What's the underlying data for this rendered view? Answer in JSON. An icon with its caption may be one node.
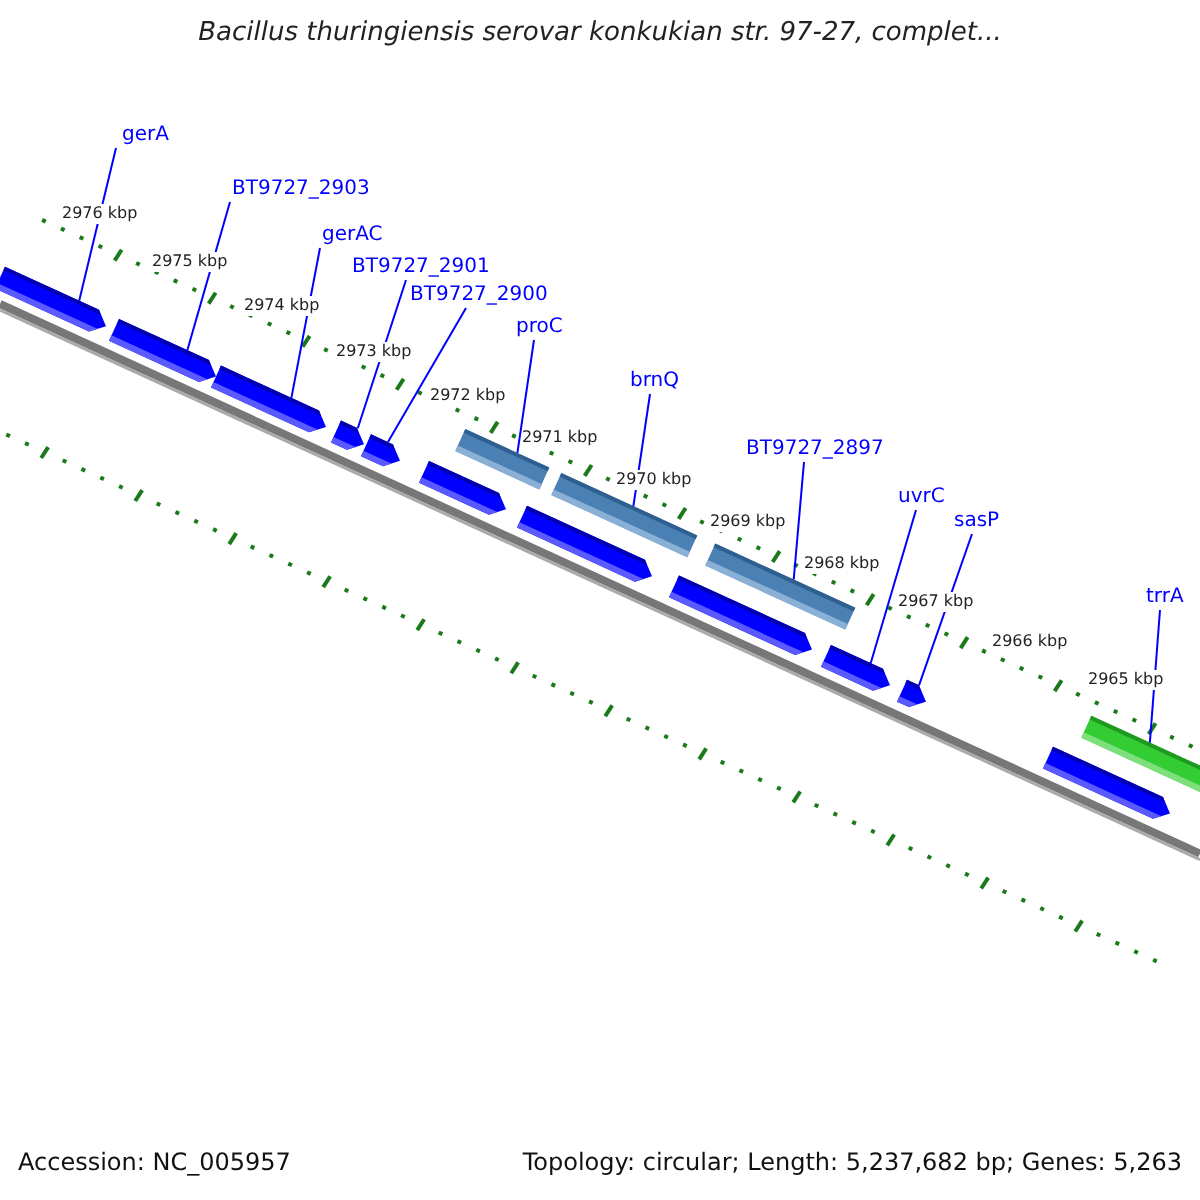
{
  "diagram": {
    "title": "Bacillus thuringiensis serovar konkukian str. 97-27, complet...",
    "nodes": [
      {
        "text": [
          "gerA"
        ]
      },
      {
        "text": [
          "BT9727_2903"
        ]
      },
      {
        "text": [
          "gerAC"
        ]
      },
      {
        "text": [
          "BT9727_2901"
        ]
      },
      {
        "text": [
          "BT9727_2900"
        ]
      },
      {
        "text": [
          "proC"
        ]
      },
      {
        "text": [
          "brnQ"
        ]
      },
      {
        "text": [
          "BT9727_2897"
        ]
      },
      {
        "text": [
          "uvrC"
        ]
      },
      {
        "text": [
          "sasP"
        ]
      },
      {
        "text": [
          "trrA"
        ]
      },
      {
        "text": [],
        "shape": "bar"
      },
      {
        "text": [],
        "shape": "bar"
      },
      {
        "text": [],
        "shape": "bar"
      },
      {
        "text": [],
        "shape": "bar"
      },
      {
        "text": [],
        "shape": "bar"
      },
      {
        "text": [],
        "shape": "bar"
      },
      {
        "text": [],
        "shape": "bar"
      },
      {
        "text": [],
        "shape": "bar"
      },
      {
        "text": [],
        "shape": "bar"
      },
      {
        "text": [],
        "shape": "bar"
      },
      {
        "text": [],
        "shape": "bar"
      },
      {
        "text": [],
        "shape": "bar"
      },
      {
        "text": [],
        "shape": "bar"
      },
      {
        "text": [],
        "shape": "bar"
      },
      {
        "text": [],
        "shape": "bar"
      }
    ],
    "edges": [
      {
        "from": 0,
        "to": 11,
        "arrow": "none"
      },
      {
        "from": 1,
        "to": 12,
        "arrow": "none"
      },
      {
        "from": 2,
        "to": 13,
        "arrow": "none"
      },
      {
        "from": 3,
        "to": 14,
        "arrow": "none"
      },
      {
        "from": 4,
        "to": 15,
        "arrow": "none"
      },
      {
        "from": 5,
        "to": 17,
        "arrow": "none"
      },
      {
        "from": 6,
        "to": 19,
        "arrow": "none"
      },
      {
        "from": 7,
        "to": 21,
        "arrow": "none"
      },
      {
        "from": 8,
        "to": 22,
        "arrow": "none"
      },
      {
        "from": 9,
        "to": 23,
        "arrow": "none"
      },
      {
        "from": 10,
        "to": 25,
        "arrow": "none"
      }
    ],
    "labels": [
      "2976 kbp",
      "2975 kbp",
      "2974 kbp",
      "2973 kbp",
      "2972 kbp",
      "2971 kbp",
      "2970 kbp",
      "2969 kbp",
      "2968 kbp",
      "2967 kbp",
      "2966 kbp",
      "2965 kbp",
      "Accession: NC_005957",
      "Topology: circular; Length: 5,237,682 bp; Genes: 5,263"
    ]
  }
}
